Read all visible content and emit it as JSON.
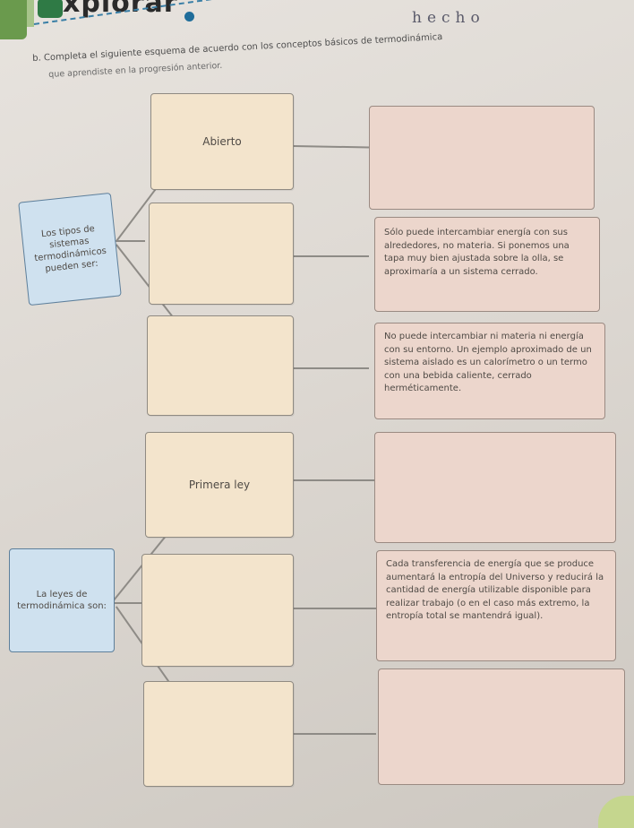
{
  "header": {
    "title": "xplorar",
    "handwritten": "hecho"
  },
  "instructions": {
    "line1": "b. Completa el siguiente esquema de acuerdo con los conceptos básicos de termodinámica",
    "line2": "que aprendiste en la progresión anterior."
  },
  "left_boxes": [
    {
      "text": "Los tipos de sistemas termodinámicos pueden ser:"
    },
    {
      "text": "La leyes de termodinámica son:"
    }
  ],
  "middle_boxes": [
    {
      "text": "Abierto"
    },
    {
      "text": ""
    },
    {
      "text": ""
    },
    {
      "text": "Primera ley"
    },
    {
      "text": ""
    },
    {
      "text": ""
    }
  ],
  "right_boxes": [
    {
      "text": ""
    },
    {
      "text": "Sólo puede intercambiar energía con sus alrededores, no materia. Si ponemos una tapa muy bien ajustada sobre la olla, se aproximaría a un sistema cerrado."
    },
    {
      "text": "No puede intercambiar ni materia ni energía con su entorno. Un ejemplo aproximado de un sistema aislado es un calorímetro o un termo con una bebida caliente, cerrado herméticamente."
    },
    {
      "text": ""
    },
    {
      "text": "Cada transferencia de energía que se produce aumentará la entropía del Universo y reducirá la cantidad de energía utilizable disponible para realizar trabajo (o en el caso más extremo, la entropía total se mantendrá igual)."
    },
    {
      "text": ""
    }
  ],
  "colors": {
    "middle_box": "#f3e4cc",
    "right_box": "#ecd6cc",
    "left_box": "#cfe1ef",
    "accent_green": "#6a9a4d",
    "accent_blue": "#1f6d9a"
  }
}
